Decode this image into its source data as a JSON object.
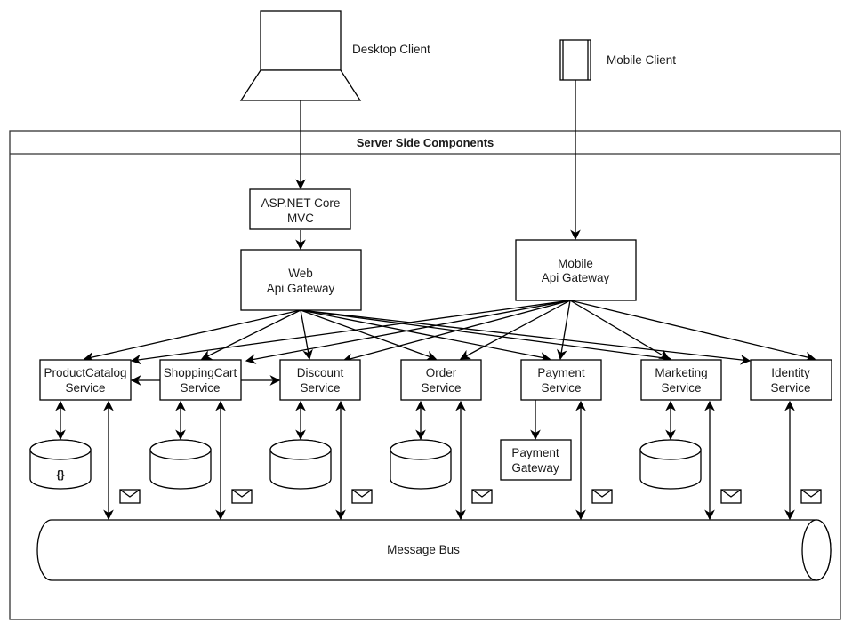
{
  "clients": {
    "desktop": {
      "label": "Desktop Client",
      "icon": "laptop-icon"
    },
    "mobile": {
      "label": "Mobile Client",
      "icon": "mobile-phone-icon"
    }
  },
  "container": {
    "title": "Server Side Components"
  },
  "nodes": {
    "mvc": {
      "lines": [
        "ASP.NET Core",
        "MVC"
      ]
    },
    "web_gateway": {
      "lines": [
        "Web",
        "Api Gateway"
      ]
    },
    "mobile_gateway": {
      "lines": [
        "Mobile",
        "Api Gateway"
      ]
    },
    "productcatalog": {
      "lines": [
        "ProductCatalog",
        "Service"
      ]
    },
    "shoppingcart": {
      "lines": [
        "ShoppingCart",
        "Service"
      ]
    },
    "discount": {
      "lines": [
        "Discount",
        "Service"
      ]
    },
    "order": {
      "lines": [
        "Order",
        "Service"
      ]
    },
    "payment": {
      "lines": [
        "Payment",
        "Service"
      ]
    },
    "marketing": {
      "lines": [
        "Marketing",
        "Service"
      ]
    },
    "identity": {
      "lines": [
        "Identity",
        "Service"
      ]
    },
    "payment_gateway": {
      "lines": [
        "Payment",
        "Gateway"
      ]
    }
  },
  "databases": [
    {
      "owner": "productcatalog",
      "type": "document-db",
      "glyph": "{}"
    },
    {
      "owner": "shoppingcart",
      "type": "database",
      "glyph": ""
    },
    {
      "owner": "discount",
      "type": "database",
      "glyph": ""
    },
    {
      "owner": "order",
      "type": "database",
      "glyph": ""
    },
    {
      "owner": "marketing",
      "type": "database",
      "glyph": ""
    }
  ],
  "message_bus": {
    "label": "Message Bus"
  },
  "edges": {
    "web_gateway_targets": [
      "productcatalog",
      "shoppingcart",
      "discount",
      "order",
      "payment",
      "marketing",
      "identity"
    ],
    "mobile_gateway_targets": [
      "productcatalog",
      "shoppingcart",
      "discount",
      "order",
      "payment",
      "marketing",
      "identity"
    ],
    "shoppingcart_to": [
      "productcatalog",
      "discount"
    ]
  }
}
